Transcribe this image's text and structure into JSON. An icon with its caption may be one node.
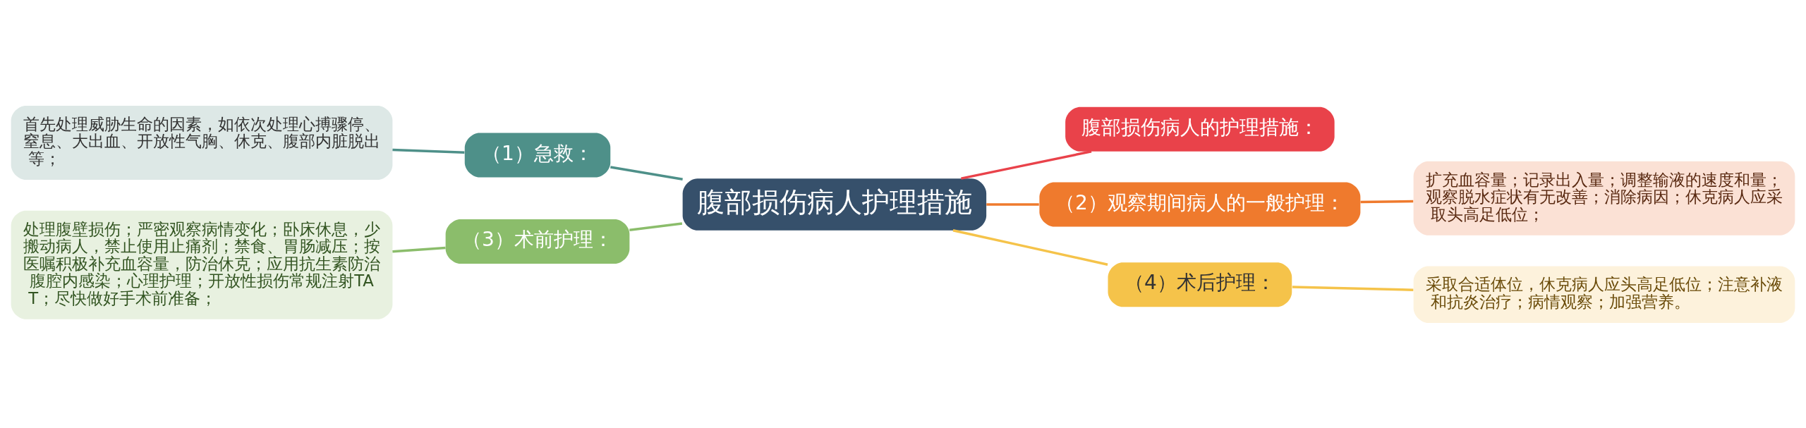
{
  "diagram": {
    "nodes": [
      {
        "text": [
          "腹部损伤病人护理措施"
        ]
      },
      {
        "text": [
          "（1）急救："
        ]
      },
      {
        "text": [
          "首先处理威胁生命的因素，如依次处理心搏骤停、窒息、大出血、开放性气胸、休克、腹部内脏脱出等；"
        ]
      },
      {
        "text": [
          "（3）术前护理："
        ]
      },
      {
        "text": [
          "处理腹壁损伤；严密观察病情变化；卧床休息，少搬动病人，禁止使用止痛剂；禁食、胃肠减压；按医嘱积极补充血容量，防治休克；应用抗生素防治腹腔内感染；心理护理；开放性损伤常规注射TAT；尽快做好手术前准备；"
        ]
      },
      {
        "text": [
          "腹部损伤病人的护理措施："
        ]
      },
      {
        "text": [
          "（2）观察期间病人的一般护理："
        ]
      },
      {
        "text": [
          "扩充血容量；记录出入量；调整输液的速度和量；观察脱水症状有无改善；消除病因；休克病人应采取头高足低位；"
        ]
      },
      {
        "text": [
          "（4）术后护理："
        ]
      },
      {
        "text": [
          "采取合适体位，休克病人应头高足低位；注意补液和抗炎治疗；病情观察；加强营养。"
        ]
      }
    ],
    "edges": [
      {
        "from": 0,
        "to": 1,
        "arrow": "none",
        "color": "#4e9089"
      },
      {
        "from": 1,
        "to": 2,
        "arrow": "none",
        "color": "#4e9089"
      },
      {
        "from": 0,
        "to": 3,
        "arrow": "none",
        "color": "#8bbd6b"
      },
      {
        "from": 3,
        "to": 4,
        "arrow": "none",
        "color": "#8bbd6b"
      },
      {
        "from": 0,
        "to": 5,
        "arrow": "none",
        "color": "#e9424a"
      },
      {
        "from": 0,
        "to": 6,
        "arrow": "none",
        "color": "#ef7a2d"
      },
      {
        "from": 6,
        "to": 7,
        "arrow": "none",
        "color": "#ef7a2d"
      },
      {
        "from": 0,
        "to": 8,
        "arrow": "none",
        "color": "#f5c34a"
      },
      {
        "from": 8,
        "to": 9,
        "arrow": "none",
        "color": "#f5c34a"
      }
    ]
  }
}
